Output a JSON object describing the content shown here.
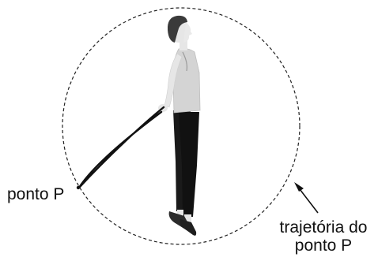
{
  "labels": {
    "point_p": "ponto P",
    "trajectory_line1": "trajetória do",
    "trajectory_line2": "ponto P"
  },
  "colors": {
    "ink": "#111111",
    "skin": "#e6e6e6",
    "hair": "#3a3a3a",
    "top": "#d4d4d4",
    "leggings": "#1a1a1a",
    "shoe": "#2b2b2b"
  }
}
